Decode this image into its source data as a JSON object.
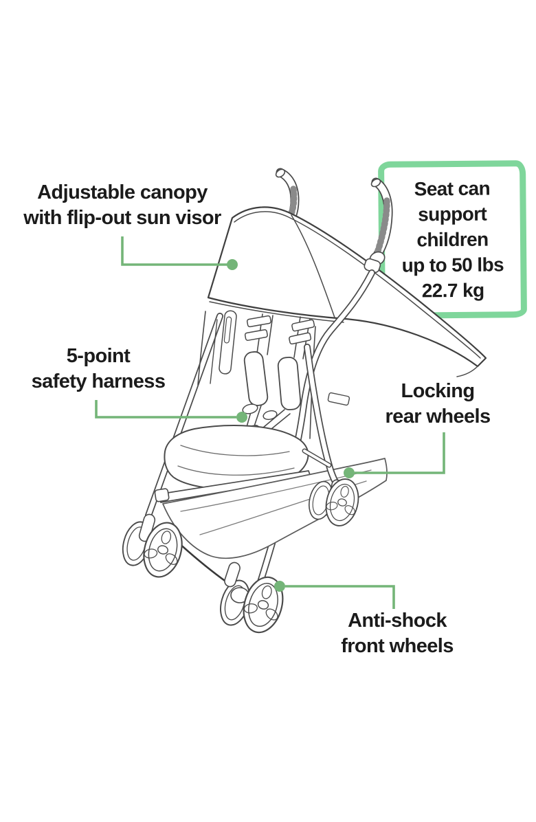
{
  "colors": {
    "callout-green": "#74b578",
    "box-green": "#7fd69b",
    "ink": "#4a4a4a",
    "text": "#1b1b1b",
    "bg": "#ffffff"
  },
  "illustration": {
    "name": "umbrella-stroller-line-drawing"
  },
  "callouts": {
    "canopy": {
      "lines": [
        "Adjustable canopy",
        "with flip-out sun visor"
      ]
    },
    "harness": {
      "lines": [
        "5-point",
        "safety harness"
      ]
    },
    "rear_wheels": {
      "lines": [
        "Locking",
        "rear wheels"
      ]
    },
    "front_wheels": {
      "lines": [
        "Anti-shock",
        "front wheels"
      ]
    },
    "seat_capacity": {
      "lines": [
        "Seat can",
        "support",
        "children",
        "up to 50 lbs",
        "22.7 kg"
      ]
    }
  }
}
